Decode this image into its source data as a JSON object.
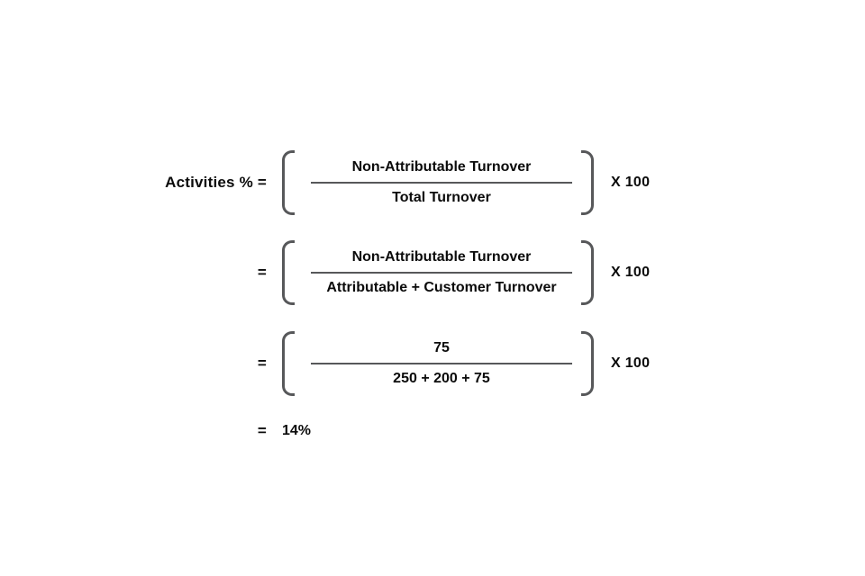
{
  "canvas": {
    "background": "#ffffff",
    "text_color": "#0b0b0b",
    "rule_color": "#57585a"
  },
  "formula": {
    "lhs_label": "Activities % =",
    "equals_sign": "=",
    "multiplier_label": "X 100",
    "steps": [
      {
        "numerator": "Non-Attributable Turnover",
        "denominator": "Total Turnover"
      },
      {
        "numerator": "Non-Attributable Turnover",
        "denominator": "Attributable + Customer Turnover"
      },
      {
        "numerator": "75",
        "denominator": "250 + 200 + 75"
      }
    ],
    "result_value": "14%"
  }
}
